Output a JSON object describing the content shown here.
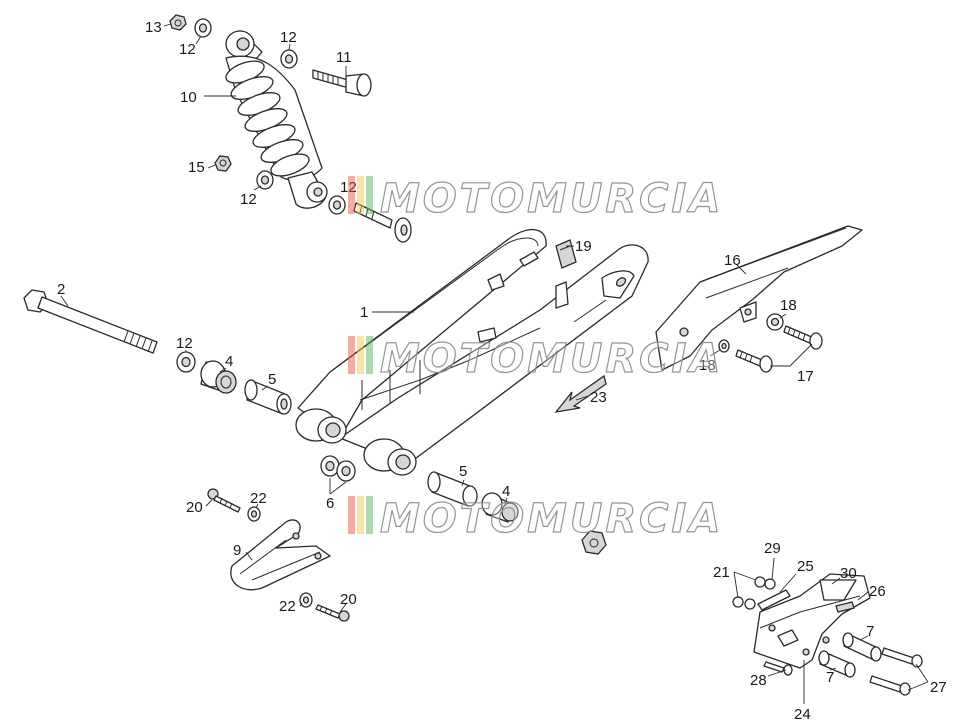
{
  "watermark": {
    "text": "MOTOMURCIA",
    "stripe_colors": [
      "#e4574b",
      "#f2c64a",
      "#59b36a"
    ]
  },
  "callouts": {
    "p1": "1",
    "p2": "2",
    "p4a": "4",
    "p4b": "4",
    "p5a": "5",
    "p5b": "5",
    "p6": "6",
    "p7a": "7",
    "p7b": "7",
    "p9": "9",
    "p10": "10",
    "p11": "11",
    "p12a": "12",
    "p12b": "12",
    "p12c": "12",
    "p12d": "12",
    "p12e": "12",
    "p13": "13",
    "p15": "15",
    "p16": "16",
    "p17": "17",
    "p18a": "18",
    "p18b": "18",
    "p19": "19",
    "p20a": "20",
    "p20b": "20",
    "p21": "21",
    "p22a": "22",
    "p22b": "22",
    "p23": "23",
    "p24": "24",
    "p25": "25",
    "p26": "26",
    "p27": "27",
    "p28": "28",
    "p29": "29",
    "p30": "30"
  }
}
